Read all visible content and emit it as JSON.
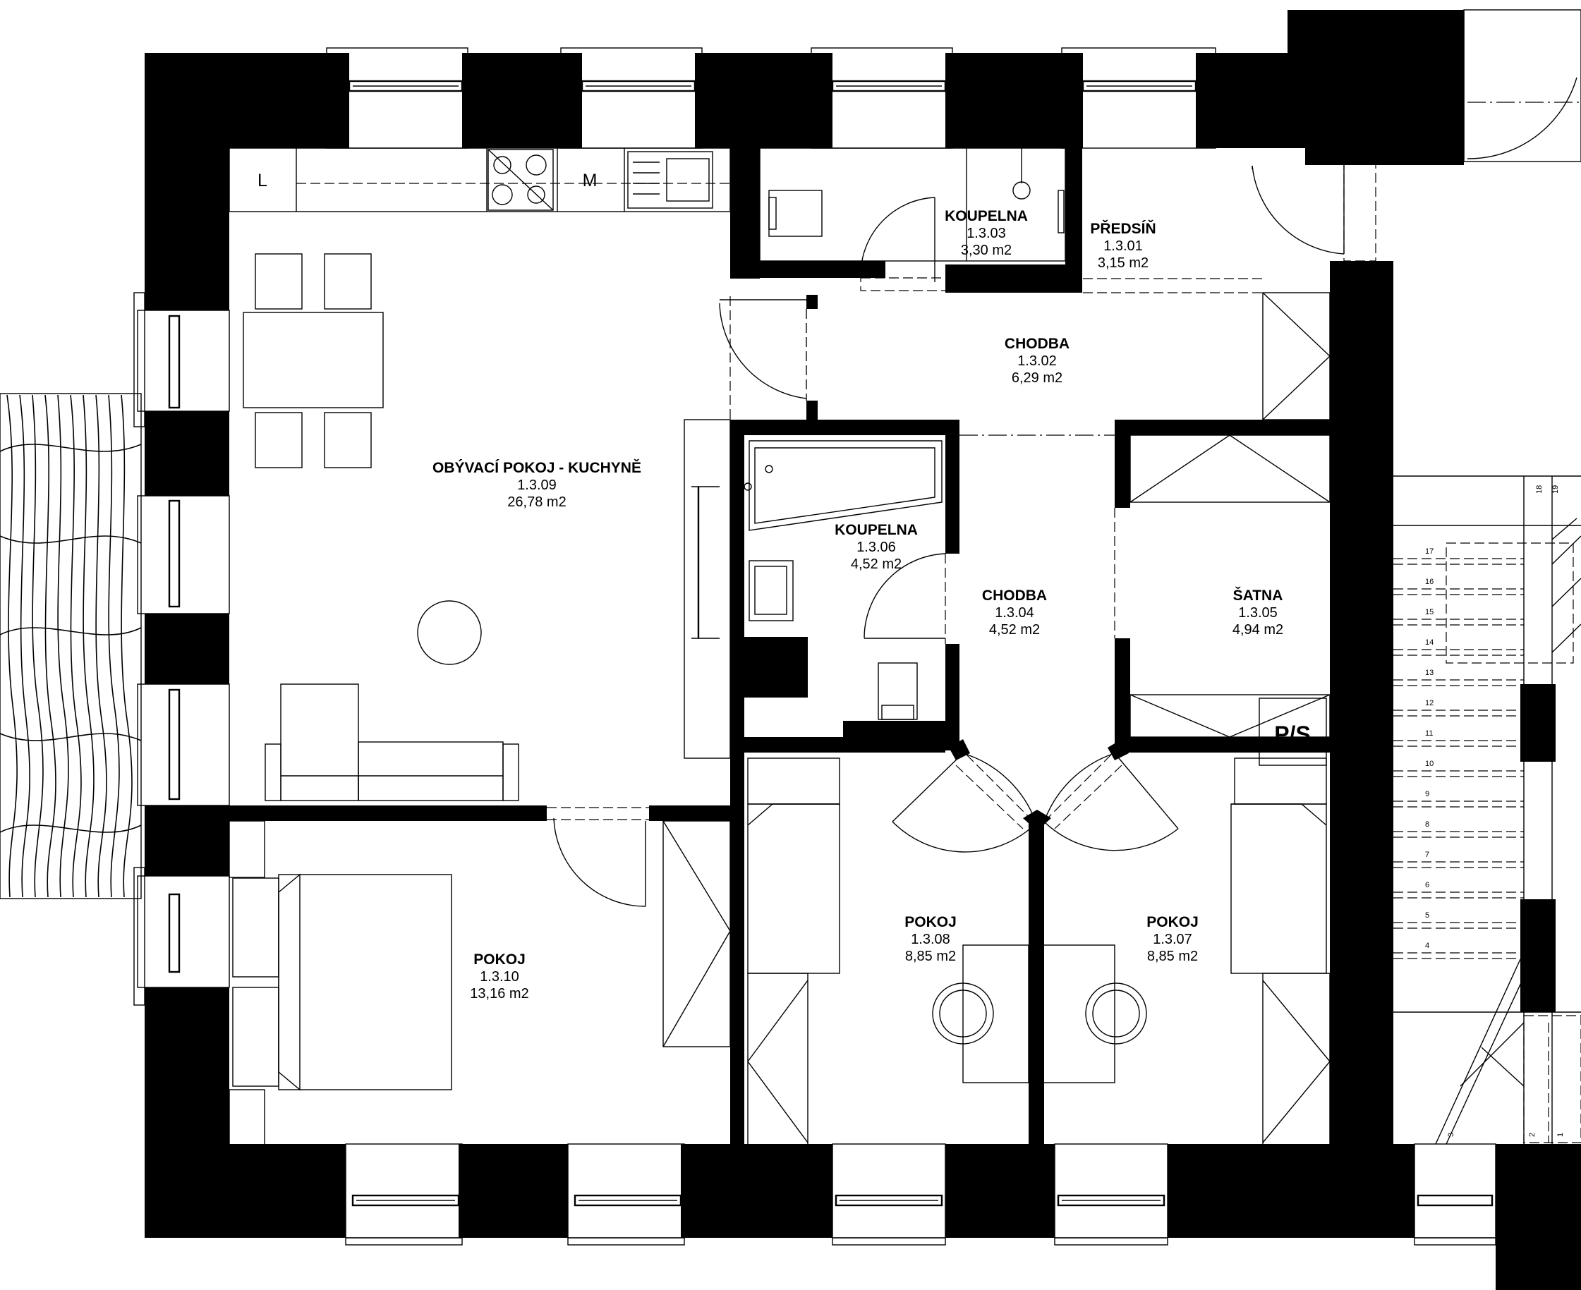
{
  "rooms": [
    {
      "id": "r0",
      "name": "OBÝVACÍ POKOJ - KUCHYNĚ",
      "code": "1.3.09",
      "area": "26,78 m2"
    },
    {
      "id": "r1",
      "name": "KOUPELNA",
      "code": "1.3.03",
      "area": "3,30 m2"
    },
    {
      "id": "r2",
      "name": "PŘEDSÍŇ",
      "code": "1.3.01",
      "area": "3,15 m2"
    },
    {
      "id": "r3",
      "name": "CHODBA",
      "code": "1.3.02",
      "area": "6,29 m2"
    },
    {
      "id": "r4",
      "name": "KOUPELNA",
      "code": "1.3.06",
      "area": "4,52 m2"
    },
    {
      "id": "r5",
      "name": "CHODBA",
      "code": "1.3.04",
      "area": "4,52 m2"
    },
    {
      "id": "r6",
      "name": "ŠATNA",
      "code": "1.3.05",
      "area": "4,94 m2"
    },
    {
      "id": "r7",
      "name": "POKOJ",
      "code": "1.3.10",
      "area": "13,16 m2"
    },
    {
      "id": "r8",
      "name": "POKOJ",
      "code": "1.3.08",
      "area": "8,85 m2"
    },
    {
      "id": "r9",
      "name": "POKOJ",
      "code": "1.3.07",
      "area": "8,85 m2"
    }
  ],
  "labels": {
    "fridge": "L",
    "dishwasher": "M",
    "shaft": "P/S"
  },
  "stairs": {
    "steps": [
      "19",
      "18",
      "17",
      "16",
      "15",
      "14",
      "13",
      "12",
      "11",
      "10",
      "9",
      "8",
      "7",
      "6",
      "5",
      "4",
      "3",
      "2",
      "1"
    ]
  },
  "colors": {
    "wall": "#000000",
    "line": "#000000",
    "background": "#ffffff"
  }
}
